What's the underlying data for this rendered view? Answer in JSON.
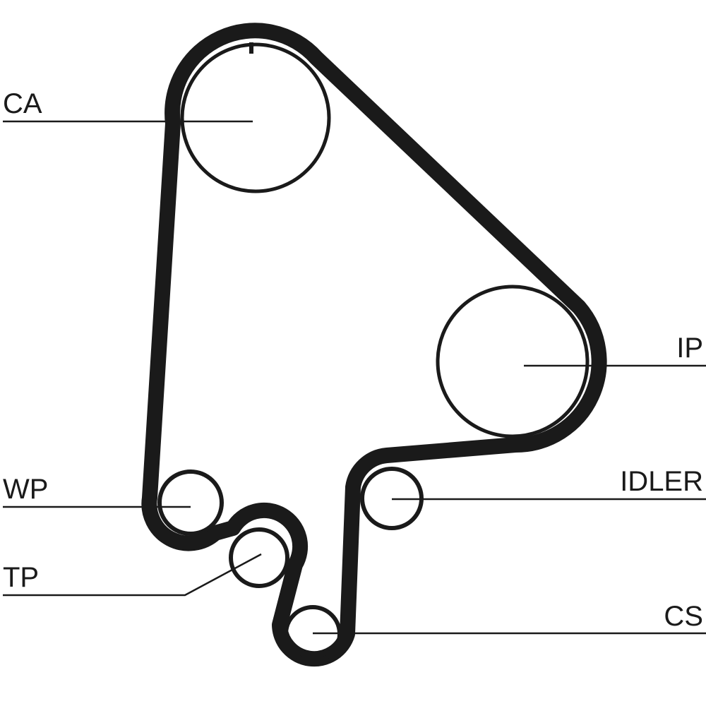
{
  "labels": {
    "ca": "CA",
    "ip": "IP",
    "wp": "WP",
    "idler": "IDLER",
    "tp": "TP",
    "cs": "CS"
  },
  "colors": {
    "ink": "#1a1a1a",
    "background": "#ffffff"
  }
}
